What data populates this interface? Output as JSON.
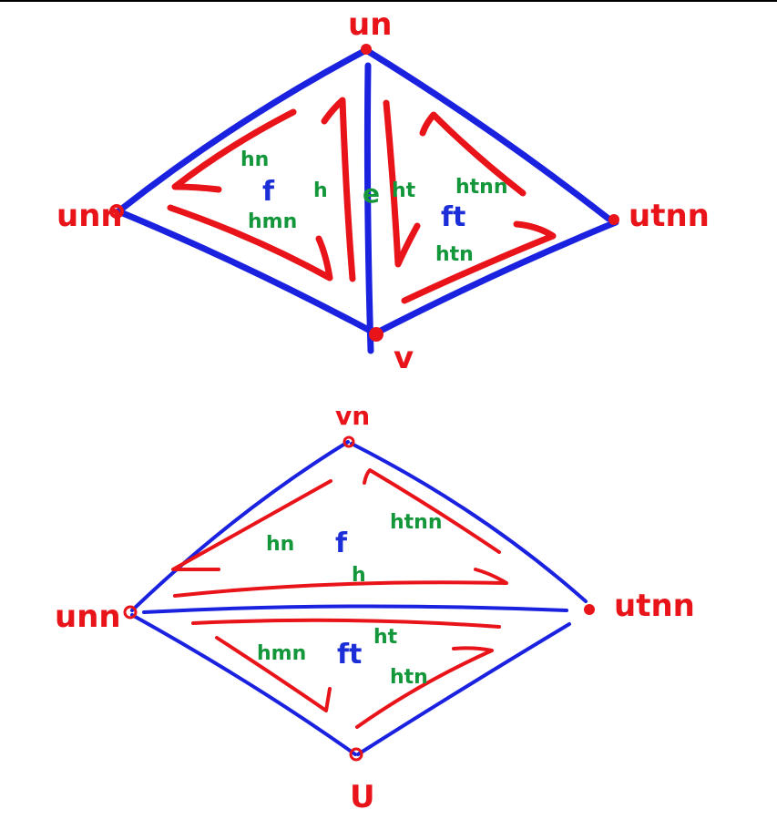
{
  "colors": {
    "vertex": "#e8141a",
    "edge": "#1a22e0",
    "arrow": "#e8141a",
    "edge_label": "#13973a",
    "face_label": "#1b2ed8"
  },
  "top_diagram": {
    "vertices": {
      "top": "un",
      "left": "unn",
      "right": "utnn",
      "bottom": "v"
    },
    "face_labels": {
      "left": "f",
      "right": "ft",
      "center": "e"
    },
    "edge_labels": {
      "upper_left": "hn",
      "lower_left": "hmn",
      "middle_left": "h",
      "middle_right": "ht",
      "upper_right": "htnn",
      "lower_right": "htn"
    }
  },
  "bottom_diagram": {
    "vertices": {
      "top": "vn",
      "left": "unn",
      "right": "utnn",
      "bottom": "U"
    },
    "face_labels": {
      "top": "f",
      "bottom": "ft"
    },
    "edge_labels": {
      "upper_left": "hn",
      "upper_right": "htnn",
      "upper_middle": "h",
      "lower_middle": "ht",
      "lower_left": "hmn",
      "lower_right": "htn"
    }
  }
}
